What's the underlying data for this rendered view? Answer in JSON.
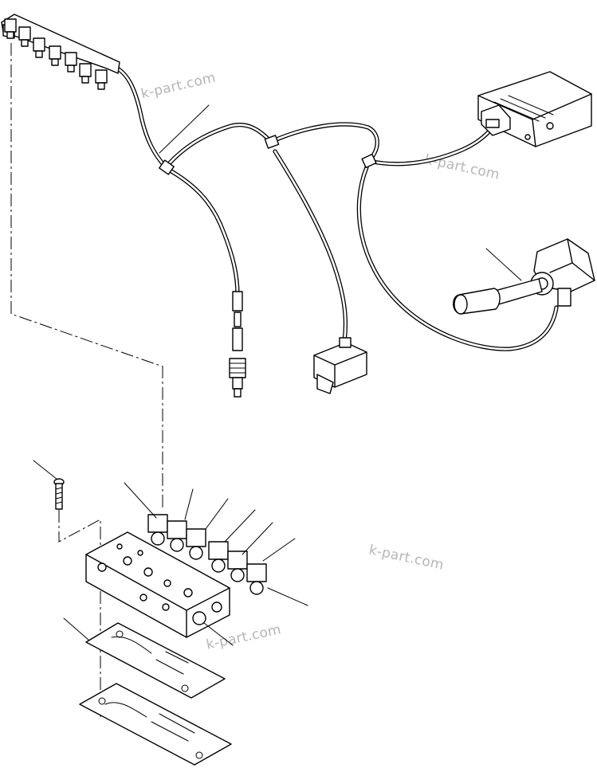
{
  "watermarks": [
    {
      "id": "wm1",
      "text": "k-part.com"
    },
    {
      "id": "wm2",
      "text": "k-part.com"
    },
    {
      "id": "wm3",
      "text": "k-part.com"
    },
    {
      "id": "wm4",
      "text": "k-part.com"
    }
  ],
  "colors": {
    "line": "#000000",
    "background": "#ffffff",
    "watermark": "#b5b5b5"
  }
}
